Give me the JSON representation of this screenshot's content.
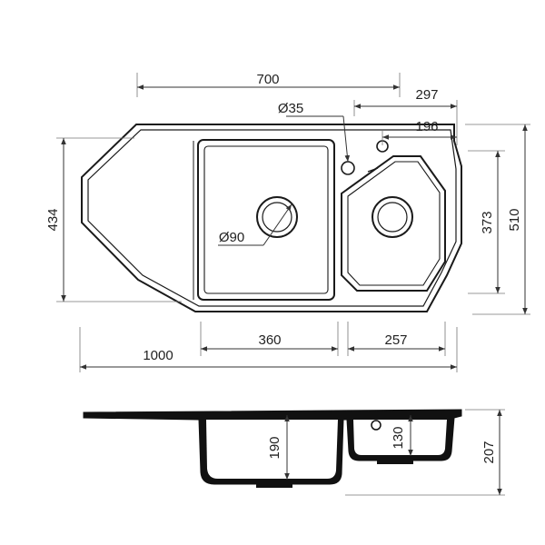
{
  "colors": {
    "line": "#1a1a1a",
    "dimension": "#333333",
    "background": "#ffffff"
  },
  "dimensions": {
    "top_width": "700",
    "small_offset": "297",
    "tap_hole_diameter": "Ø35",
    "tap_offset": "196",
    "overall_depth_left": "434",
    "small_bowl_depth": "373",
    "overall_depth_right": "510",
    "drain_diameter": "Ø90",
    "overall_width": "1000",
    "large_bowl_width": "360",
    "small_bowl_width": "257",
    "large_bowl_height": "190",
    "small_bowl_height": "130",
    "total_height": "207"
  }
}
